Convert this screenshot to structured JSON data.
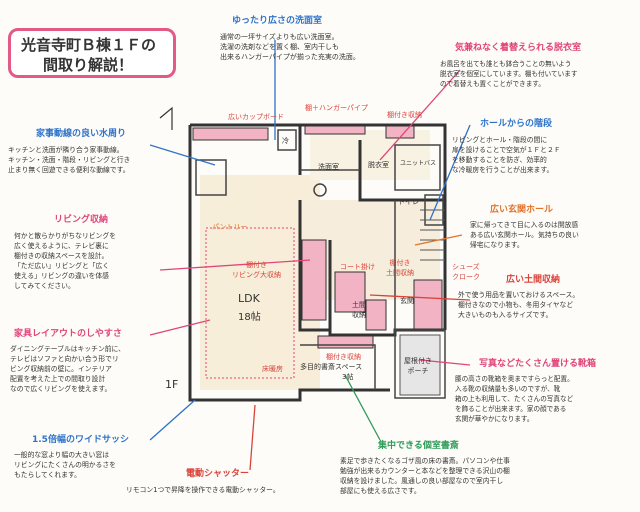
{
  "title": {
    "line1": "光音寺町Ｂ棟１Ｆの",
    "line2": "間取り解説！"
  },
  "notes": [
    {
      "key": "senmen",
      "color": "#2f73c9",
      "heading": "ゆったり広さの洗面室",
      "body": "通常の一坪サイズよりも広い洗面室。\n洗濯の洗剤などを置く棚、室内干しも\n出来るハンガーパイプが揃った充実の洗面。"
    },
    {
      "key": "datsui",
      "color": "#e0457a",
      "heading": "気兼ねなく着替えられる脱衣室",
      "body": "お風呂を出ても誰とも鉢合うことの無いよう\n脱衣室を個室にしています。棚も付いています\nので着替えも置くことができます。"
    },
    {
      "key": "mawari",
      "color": "#2f73c9",
      "heading": "家事動線の良い水周り",
      "body": "キッチンと洗面が隣り合う家事動線。\nキッチン・洗面・階段・リビングと行き\n止まり無く回遊できる便利な動線です。"
    },
    {
      "key": "hall",
      "color": "#2f73c9",
      "heading": "ホールからの階段",
      "body": "リビングとホール・階段の間に\n扉を設けることで空気が１Ｆと２Ｆ\nを移動することを防ぎ、効率的\nな冷暖房を行うことが出来ます。"
    },
    {
      "key": "living",
      "color": "#e0457a",
      "heading": "リビング収納",
      "body": "何かと散らかりがちなリビングを\n広く使えるように、テレビ裏に\n棚付きの収納スペースを設計。\n「ただ広い」リビングと「広く\n使える」リビングの違いを体感\nしてみてください。"
    },
    {
      "key": "genkan",
      "color": "#e2732a",
      "heading": "広い玄関ホール",
      "body": "家に帰ってきて目に入るのは開放感\nある広い玄関ホール。気持ちの良い\n帰宅になります。"
    },
    {
      "key": "dodama",
      "color": "#d9433a",
      "heading": "広い土間収納",
      "body": "外で使う用品を置いておけるスペース。\n棚付きなので小物も、冬用タイヤなど\n大きいものも入るサイズです。"
    },
    {
      "key": "kagu",
      "color": "#e0457a",
      "heading": "家具レイアウトのしやすさ",
      "body": "ダイニングテーブルはキッチン前に、\nテレビはソファと向かい合う形でリ\nビング収納前の壁に。インテリア\n配置を考えた上での間取り設計\nなので広くリビングを使えます。"
    },
    {
      "key": "kutsu",
      "color": "#e0457a",
      "heading": "写真などたくさん置ける靴箱",
      "body": "腰の高さの靴箱を奥まですらっと配置。\n入る靴の収納量も多いのですが、靴\n箱の上も利用して、たくさんの写真など\nを飾ることが出来ます。家の顔である\n玄関が華やかになります。"
    },
    {
      "key": "sash",
      "color": "#2f73c9",
      "heading": "1.5倍幅のワイドサッシ",
      "body": "一般的な窓より幅の大きい窓は\nリビングにたくさんの明かるさを\nもたらしてくれます。"
    },
    {
      "key": "shosai",
      "color": "#2f9b5a",
      "heading": "集中できる個室書斎",
      "body": "素足で歩きたくなるゴザ風の床の書斎。パソコンや仕事\n勉強が出来るカウンターと本などを整理できる沢山の棚\n収納を設けました。風通しの良い部屋なので室内干し\n部屋にも使える広さです。"
    },
    {
      "key": "shutter",
      "color": "#d9433a",
      "heading": "電動シャッター",
      "body": "リモコン1つで昇降を操作できる電動シャッター。"
    }
  ],
  "floorplan": {
    "labels": {
      "cupboard": "広いカップボード",
      "shelf_pipe": "棚＋ハンガーパイプ",
      "tana_shuno": "棚付き収納",
      "rei": "冷",
      "senmenshitsu": "洗面室",
      "datsuishitsu": "脱衣室",
      "unit_bath": "ユニットバス",
      "toilet": "トイレ",
      "pantry": "パントリー",
      "ldk": "LDK",
      "ldk_size": "18帖",
      "living_storage": "棚付き\nリビング大収納",
      "coat": "コート掛け",
      "doma_storage": "棚付き\n土間収納",
      "doma": "土間\n収納",
      "genkan": "玄関",
      "shoes": "シューズ\nクローク",
      "shelf_storage": "棚付き収納",
      "study": "多目的書斎スペース",
      "study_size": "3帖",
      "floor_heat": "床暖房",
      "porch": "屋根付き\nポーチ",
      "floor": "1F"
    }
  }
}
